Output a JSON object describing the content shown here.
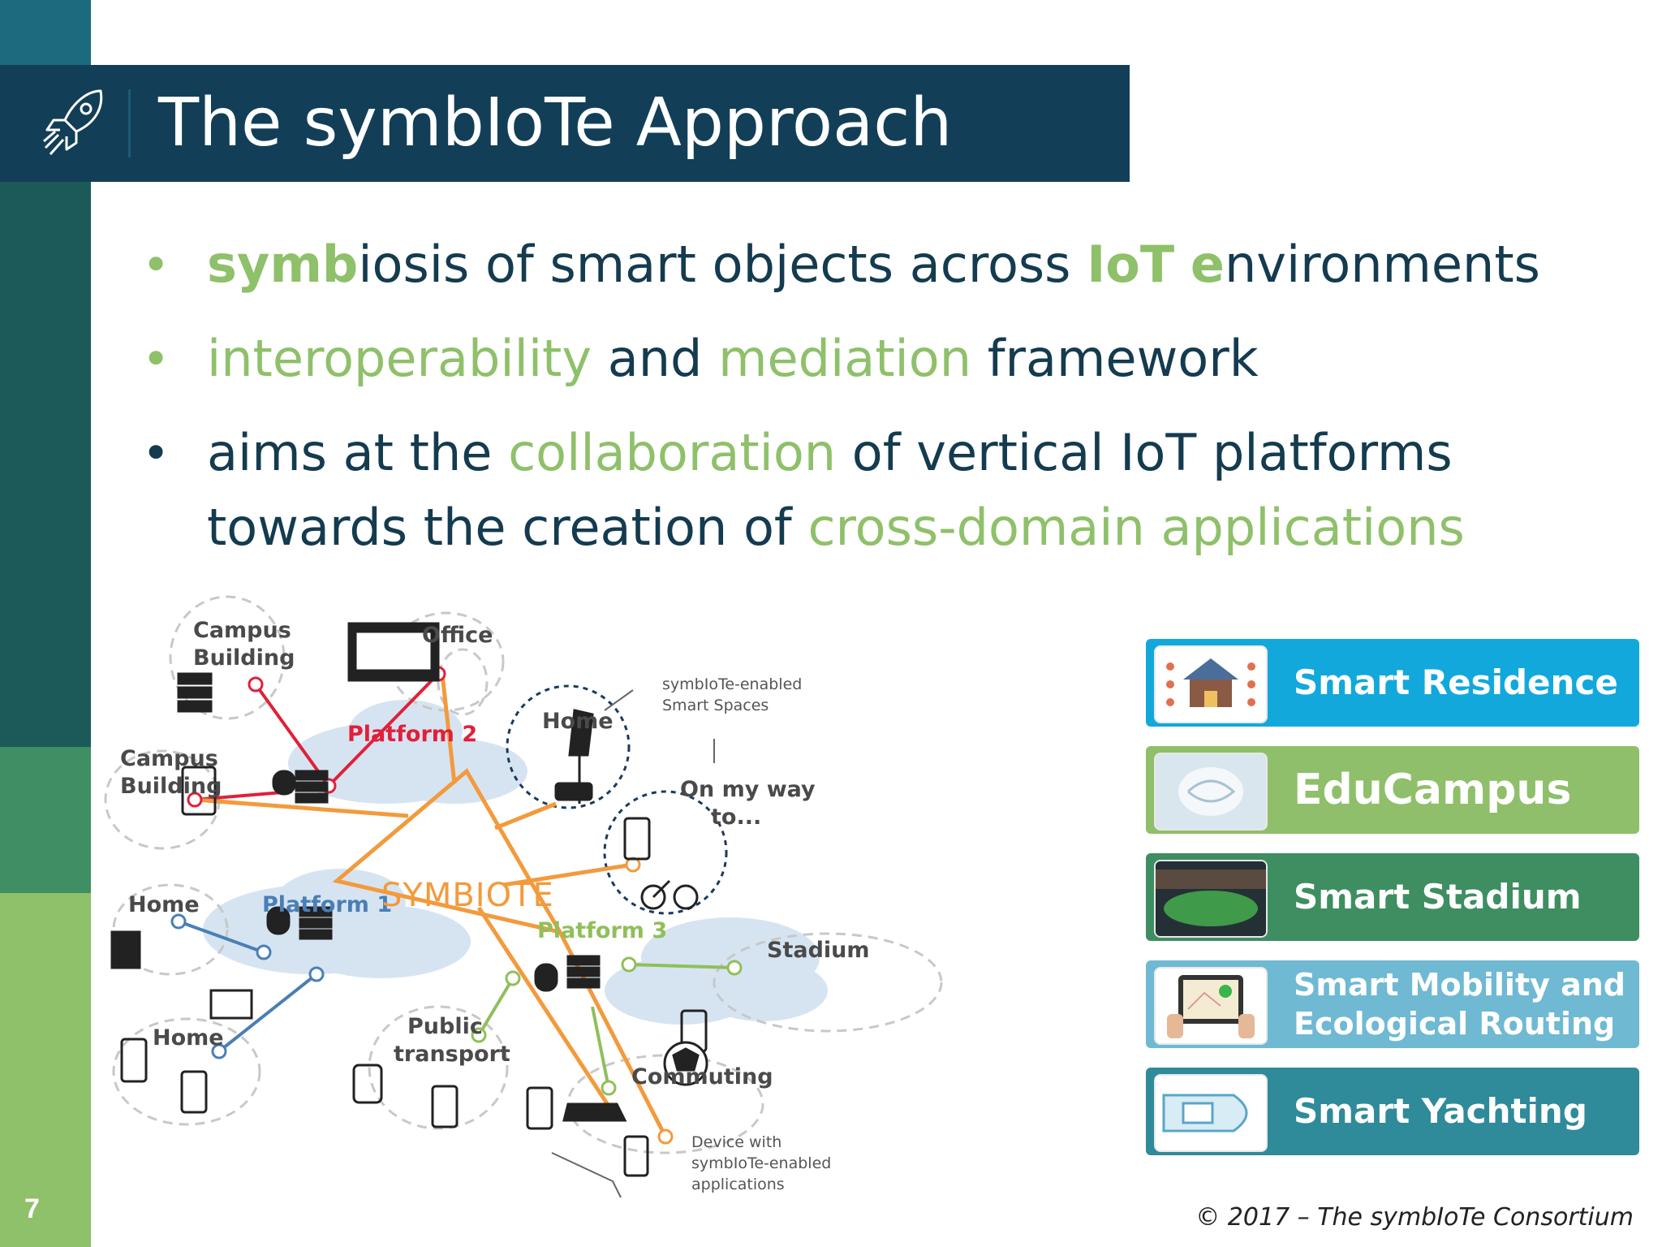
{
  "page_number": "7",
  "title": "The symbIoTe Approach",
  "bullets": {
    "b1": {
      "p1": "symb",
      "p2": "iosis of smart objects across ",
      "p3": "IoT",
      "p4": " ",
      "p5": "e",
      "p6": "nvironments"
    },
    "b2": {
      "p1": "interoperability",
      "p2": " and ",
      "p3": "mediation",
      "p4": " framework"
    },
    "b3": {
      "p1": "aims at the ",
      "p2": "collaboration",
      "p3": " of vertical IoT platforms",
      "p4": "towards the creation of ",
      "p5": "cross-domain applications"
    }
  },
  "diagram": {
    "campus_building_top": [
      "Campus",
      "Building"
    ],
    "office": "Office",
    "platform_2": "Platform 2",
    "home_top": "Home",
    "spaces_note": [
      "symbIoTe-enabled",
      "Smart Spaces"
    ],
    "campus_building_left": [
      "Campus",
      "Building"
    ],
    "on_my_way": [
      "On my way",
      "to..."
    ],
    "home_left": "Home",
    "platform_1": "Platform 1",
    "symbiote": "SYMBIOTE",
    "platform_3": "Platform 3",
    "stadium": "Stadium",
    "home_bottom": "Home",
    "public_transport": [
      "Public",
      "transport"
    ],
    "commuting": "Commuting",
    "device_note": [
      "Device with",
      "symbIoTe-enabled",
      "applications"
    ]
  },
  "apps": [
    {
      "name": "Smart Residence",
      "icon": "house-icon",
      "color": "#12a8dc"
    },
    {
      "name": "EduCampus",
      "icon": "globe-icon",
      "color": "#8fbf6a"
    },
    {
      "name": "Smart Stadium",
      "icon": "stadium-icon",
      "color": "#3e8e61"
    },
    {
      "name": "Smart Mobility and Ecological Routing",
      "icon": "tablet-map-icon",
      "color": "#6fb9d3"
    },
    {
      "name": "Smart Yachting",
      "icon": "yacht-icon",
      "color": "#2f8a99"
    }
  ],
  "footer": "© 2017 – The symbIoTe Consortium"
}
